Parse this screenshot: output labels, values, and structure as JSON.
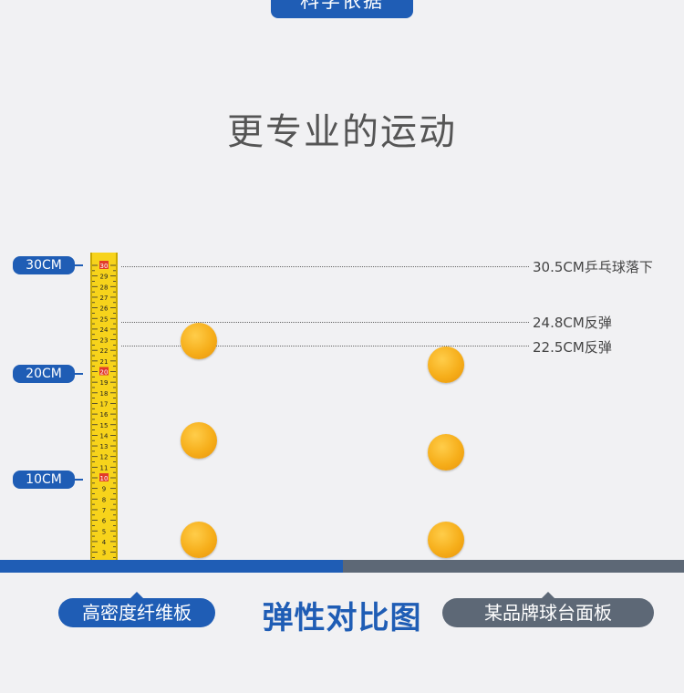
{
  "badge": {
    "label": "科学依据"
  },
  "headline": "更专业的运动",
  "scale": {
    "marks": [
      {
        "label": "30CM"
      },
      {
        "label": "20CM"
      },
      {
        "label": "10CM"
      }
    ],
    "ruler_numbers": [
      "30",
      "29",
      "28",
      "27",
      "26",
      "25",
      "24",
      "23",
      "22",
      "21",
      "20",
      "19",
      "18",
      "17",
      "16",
      "15",
      "14",
      "13",
      "12",
      "11",
      "10",
      "9",
      "8",
      "7",
      "6",
      "5",
      "4",
      "3"
    ]
  },
  "annotations": {
    "drop": "30.5CM乒乓球落下",
    "rebound_a": "24.8CM反弹",
    "rebound_b": "22.5CM反弹"
  },
  "labels": {
    "left_board": "高密度纤维板",
    "center_title": "弹性对比图",
    "right_board": "某品牌球台面板"
  },
  "colors": {
    "accent_blue": "#1f5db5",
    "accent_gray": "#5d6876",
    "ball": "#f6ae1a",
    "ruler": "#f7d31b"
  },
  "icons": [
    "ping-pong-ball-icon",
    "tape-measure-ruler"
  ]
}
